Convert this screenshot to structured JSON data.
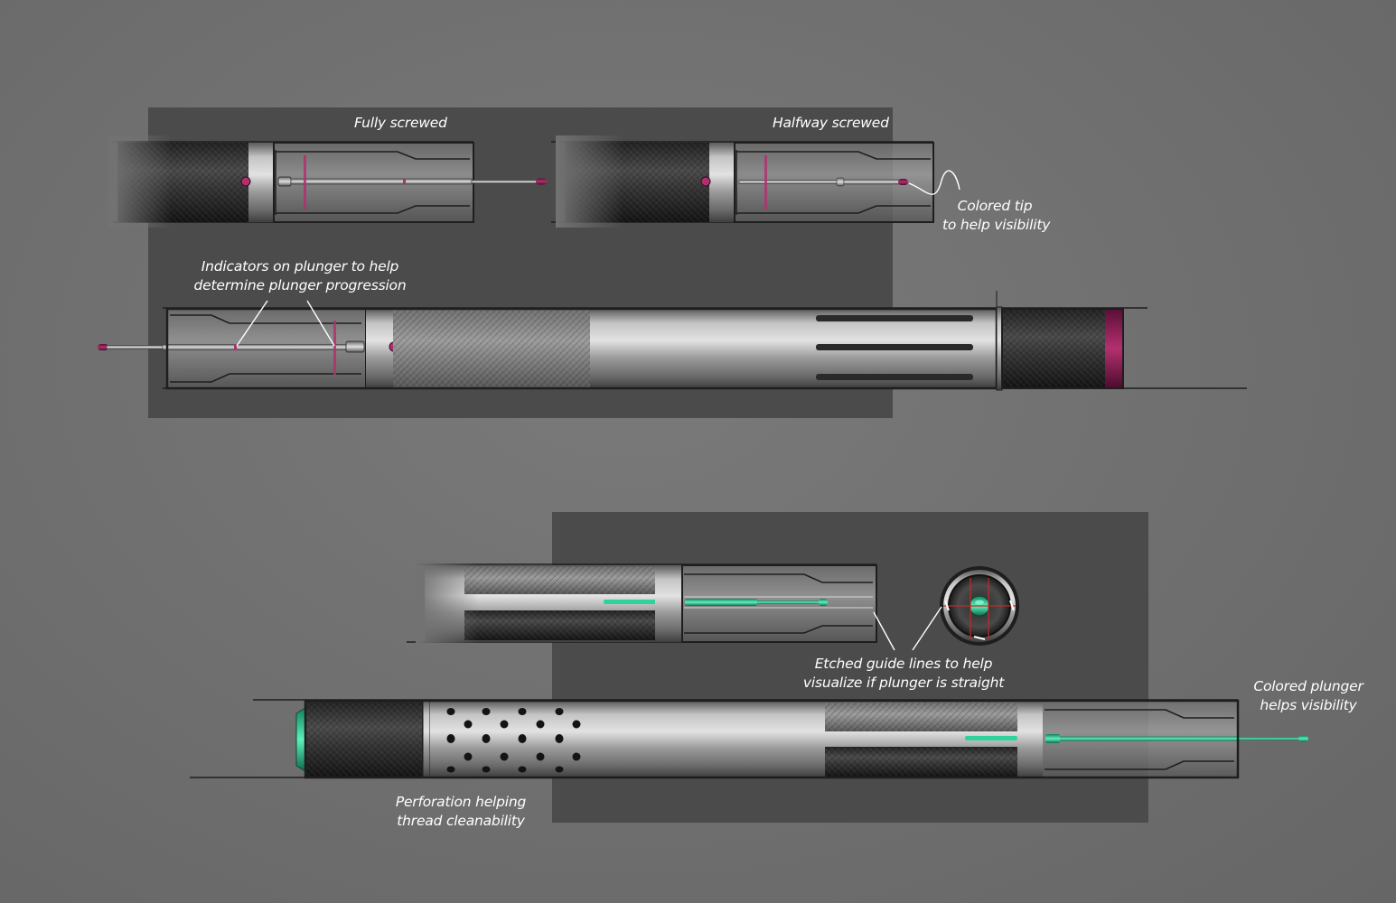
{
  "labels": {
    "fully_screwed": "Fully screwed",
    "halfway_screwed": "Halfway screwed",
    "colored_tip": [
      "Colored tip",
      "to help visibility"
    ],
    "indicators": [
      "Indicators on plunger to help",
      "determine plunger progression"
    ],
    "etched_guide": [
      "Etched guide lines to help",
      "visualize if plunger is straight"
    ],
    "colored_plunger": [
      "Colored plunger",
      "helps visibility"
    ],
    "perforation": [
      "Perforation helping",
      "thread cleanability"
    ]
  },
  "colors": {
    "background": "#727272",
    "panel": "#4a4a4a",
    "accent_magenta": "#b0306e",
    "accent_green": "#2fd39a",
    "metal": "#9a9a9a",
    "outline": "#1e1e1e"
  }
}
